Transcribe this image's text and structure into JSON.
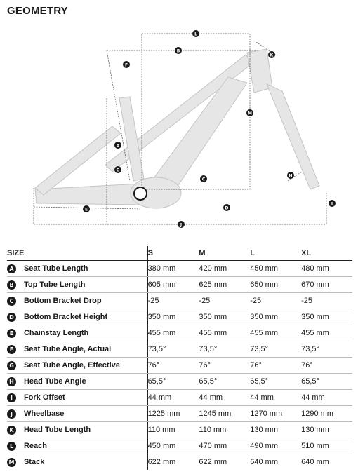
{
  "title": "GEOMETRY",
  "table": {
    "size_header": "SIZE",
    "sizes": [
      "S",
      "M",
      "L",
      "XL"
    ],
    "rows": [
      {
        "badge": "A",
        "name": "Seat Tube Length",
        "values": [
          "380 mm",
          "420 mm",
          "450 mm",
          "480 mm"
        ]
      },
      {
        "badge": "B",
        "name": "Top Tube Length",
        "values": [
          "605 mm",
          "625 mm",
          "650 mm",
          "670 mm"
        ]
      },
      {
        "badge": "C",
        "name": "Bottom Bracket Drop",
        "values": [
          "-25",
          "-25",
          "-25",
          "-25"
        ]
      },
      {
        "badge": "D",
        "name": "Bottom Bracket Height",
        "values": [
          "350 mm",
          "350 mm",
          "350 mm",
          "350 mm"
        ]
      },
      {
        "badge": "E",
        "name": "Chainstay Length",
        "values": [
          "455 mm",
          "455 mm",
          "455 mm",
          "455 mm"
        ]
      },
      {
        "badge": "F",
        "name": "Seat Tube Angle, Actual",
        "values": [
          "73,5°",
          "73,5°",
          "73,5°",
          "73,5°"
        ]
      },
      {
        "badge": "G",
        "name": "Seat Tube Angle, Effective",
        "values": [
          "76°",
          "76°",
          "76°",
          "76°"
        ]
      },
      {
        "badge": "H",
        "name": "Head Tube Angle",
        "values": [
          "65,5°",
          "65,5°",
          "65,5°",
          "65,5°"
        ]
      },
      {
        "badge": "I",
        "name": "Fork Offset",
        "values": [
          "44 mm",
          "44 mm",
          "44 mm",
          "44 mm"
        ]
      },
      {
        "badge": "J",
        "name": "Wheelbase",
        "values": [
          "1225 mm",
          "1245 mm",
          "1270 mm",
          "1290 mm"
        ]
      },
      {
        "badge": "K",
        "name": "Head Tube Length",
        "values": [
          "110 mm",
          "110 mm",
          "130 mm",
          "130 mm"
        ]
      },
      {
        "badge": "L",
        "name": "Reach",
        "values": [
          "450 mm",
          "470 mm",
          "490 mm",
          "510 mm"
        ]
      },
      {
        "badge": "M",
        "name": "Stack",
        "values": [
          "622 mm",
          "622 mm",
          "640 mm",
          "640 mm"
        ]
      }
    ]
  },
  "diagram": {
    "labels": [
      "A",
      "B",
      "C",
      "D",
      "E",
      "F",
      "G",
      "H",
      "I",
      "J",
      "K",
      "L",
      "M"
    ],
    "colors": {
      "frame": "#e6e6e6",
      "frame_stroke": "#c4c4c4",
      "dim_line": "#555555",
      "badge": "#1a1a1a"
    }
  }
}
